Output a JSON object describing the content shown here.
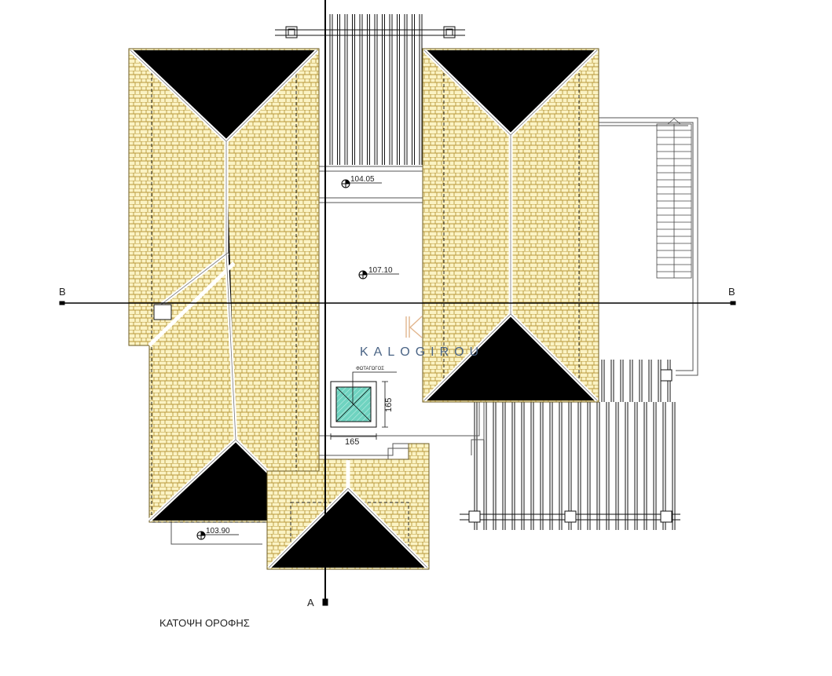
{
  "drawing": {
    "title": "ΚΑΤΟΨΗ ΟΡΟΦΗΣ",
    "section_labels": {
      "b_left": "B",
      "b_right": "B",
      "a_bottom": "A"
    },
    "elevations": [
      "104.05",
      "107.10",
      "103.90"
    ],
    "skylight": {
      "label": "ΦΩΤΑΓΩΓΟΣ",
      "width": "165",
      "height": "165",
      "fill_color": "#6fd3c0"
    },
    "watermark": {
      "brand": "KALOGIROU",
      "logo_letter": "K"
    },
    "colors": {
      "roof_fill": "#fbf3c4",
      "roof_tile_line": "#b8973a",
      "line": "#111111"
    }
  }
}
